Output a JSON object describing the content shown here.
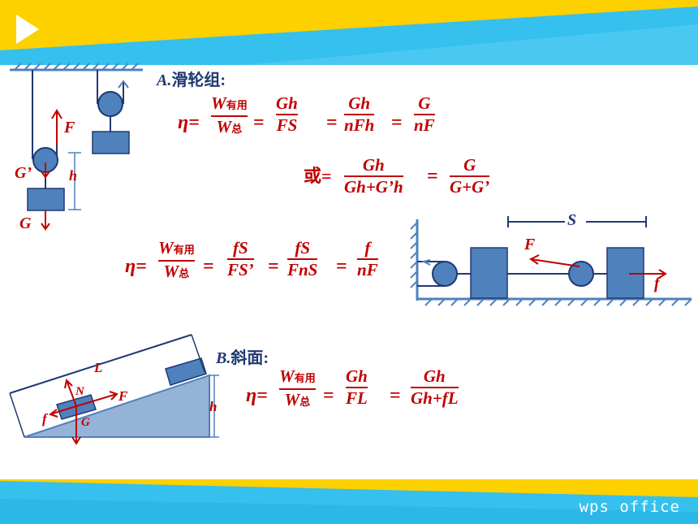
{
  "colors": {
    "accent_blue": "#35c0ee",
    "accent_yellow": "#fdd000",
    "formula_red": "#c00000",
    "shape_blue": "#4f81bd"
  },
  "section_a": {
    "heading_letter": "A.",
    "heading_text": "滑轮组:",
    "eta": "η=",
    "w_useful": "W",
    "w_useful_sub": "有用",
    "w_total": "W",
    "w_total_sub": "总",
    "eq1_f2_num": "Gh",
    "eq1_f2_den": "FS",
    "eq1_f3_num": "Gh",
    "eq1_f3_den": "nFh",
    "eq1_f4_num": "G",
    "eq1_f4_den": "nF",
    "or_text": "或=",
    "eq2_f1_num": "Gh",
    "eq2_f1_den": "Gh+G’h",
    "eq2_f2_num": "G",
    "eq2_f2_den": "G+G’",
    "eq3_f2_num": "fS",
    "eq3_f2_den": "FS’",
    "eq3_f3_num": "fS",
    "eq3_f3_den": "FnS",
    "eq3_f4_num": "f",
    "eq3_f4_den": "nF"
  },
  "section_b": {
    "heading_letter": "B.",
    "heading_text": "斜面:",
    "eq_f2_num": "Gh",
    "eq_f2_den": "FL",
    "eq_f3_num": "Gh",
    "eq_f3_den": "Gh+fL"
  },
  "diagram_labels": {
    "pulley_F": "F",
    "pulley_Gprime": "G’",
    "pulley_h": "h",
    "pulley_G": "G",
    "horiz_S": "S",
    "horiz_F": "F",
    "horiz_f": "f",
    "incline_L": "L",
    "incline_N": "N",
    "incline_F": "F",
    "incline_f": "f",
    "incline_G": "G",
    "incline_h": "h"
  },
  "brand": "wps office"
}
